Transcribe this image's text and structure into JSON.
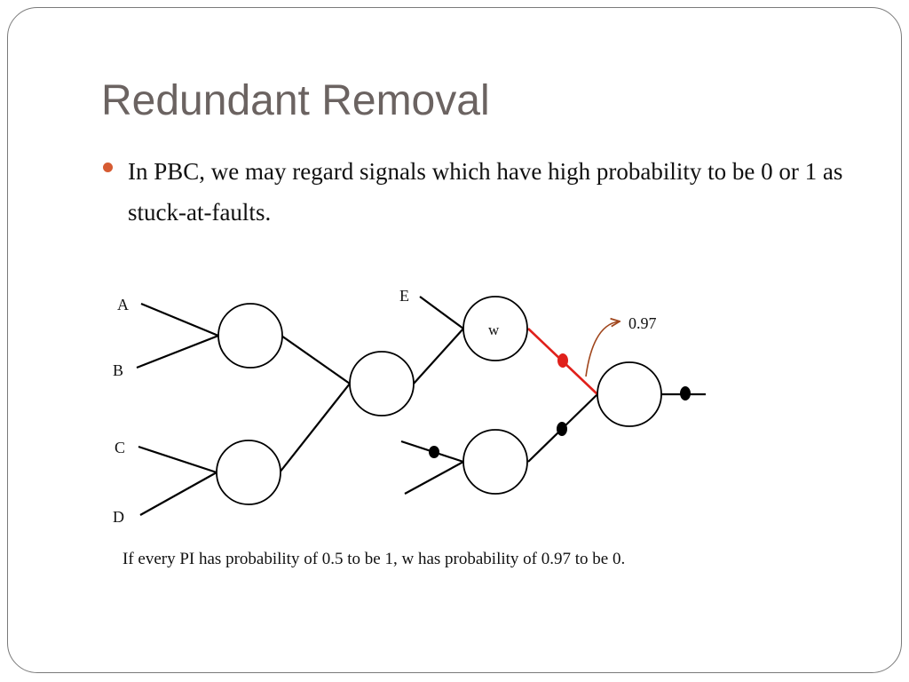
{
  "slide": {
    "title": "Redundant Removal",
    "bullet": "In PBC, we may regard signals which have high probability to be 0 or 1 as stuck-at-faults.",
    "caption": "If every PI has probability of 0.5 to be 1, w has probability of 0.97 to be 0."
  },
  "diagram": {
    "inputs": {
      "a": "A",
      "b": "B",
      "c": "C",
      "d": "D",
      "e": "E"
    },
    "gate_w_label": "w",
    "probability_label": "0.97",
    "colors": {
      "line": "#000000",
      "highlight": "#e0201b",
      "arrow": "#a0461c",
      "bullet": "#d65b32",
      "title": "#6b6361"
    }
  }
}
